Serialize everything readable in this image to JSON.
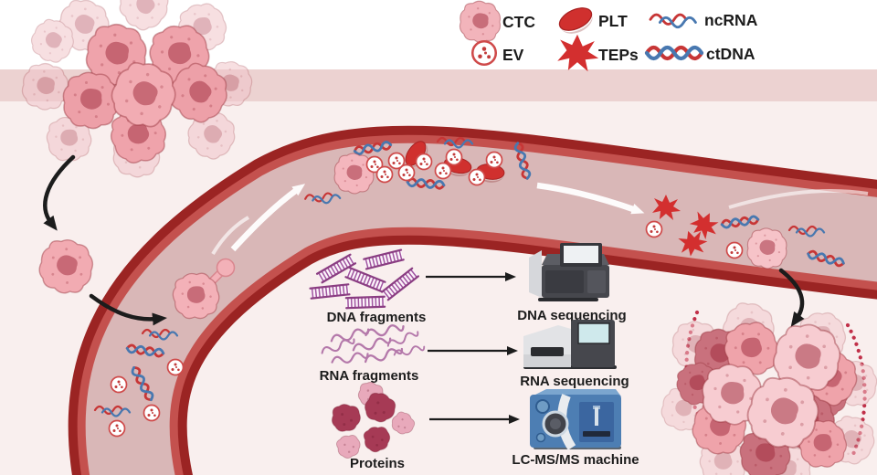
{
  "legend": {
    "items": [
      {
        "id": "ctc",
        "label": "CTC",
        "icon": "ctc-cell-icon"
      },
      {
        "id": "plt",
        "label": "PLT",
        "icon": "platelet-icon"
      },
      {
        "id": "ncrna",
        "label": "ncRNA",
        "icon": "ncrna-wave-icon"
      },
      {
        "id": "ev",
        "label": "EV",
        "icon": "ev-vesicle-icon"
      },
      {
        "id": "teps",
        "label": "TEPs",
        "icon": "tep-activated-platelet-icon"
      },
      {
        "id": "ctdna",
        "label": "ctDNA",
        "icon": "ctdna-helix-icon"
      }
    ]
  },
  "workflow": {
    "rows": [
      {
        "source": "DNA fragments",
        "target": "DNA sequencing",
        "source_icon": "dna-fragments-icon",
        "target_icon": "dna-sequencer-icon"
      },
      {
        "source": "RNA fragments",
        "target": "RNA sequencing",
        "source_icon": "rna-fragments-icon",
        "target_icon": "rna-sequencer-icon"
      },
      {
        "source": "Proteins",
        "target": "LC-MS/MS machine",
        "source_icon": "proteins-icon",
        "target_icon": "lc-ms-machine-icon"
      }
    ]
  },
  "colors": {
    "background": "#f9efee",
    "top_band": "#ffffff",
    "tissue_band": "#ecd2d1",
    "vessel_wall": "#9b2423",
    "vessel_inner_wall": "#c4514e",
    "vessel_lumen": "#d9b7b7",
    "cell_pink": "#efa3ab",
    "cell_light_pink": "#f7ccd1",
    "cell_dark_mauve": "#c9717d",
    "nucleus_overlay": "rgba(158,40,58,0.5)",
    "platelet_red": "#d0302e",
    "tep_red": "#d32f2f",
    "helix_red": "#c73636",
    "helix_blue": "#4878b0",
    "fragment_purple": "#8a3d82",
    "rna_purple": "#b478aa",
    "protein_dark": "#a63a55",
    "protein_light": "#e8a9bb",
    "machine_dark": "#46474d",
    "machine_blue": "#4d7eb3",
    "label_text": "#1c1c1c",
    "arrow_black": "#1c1c1c",
    "arrow_white": "#ffffff"
  }
}
